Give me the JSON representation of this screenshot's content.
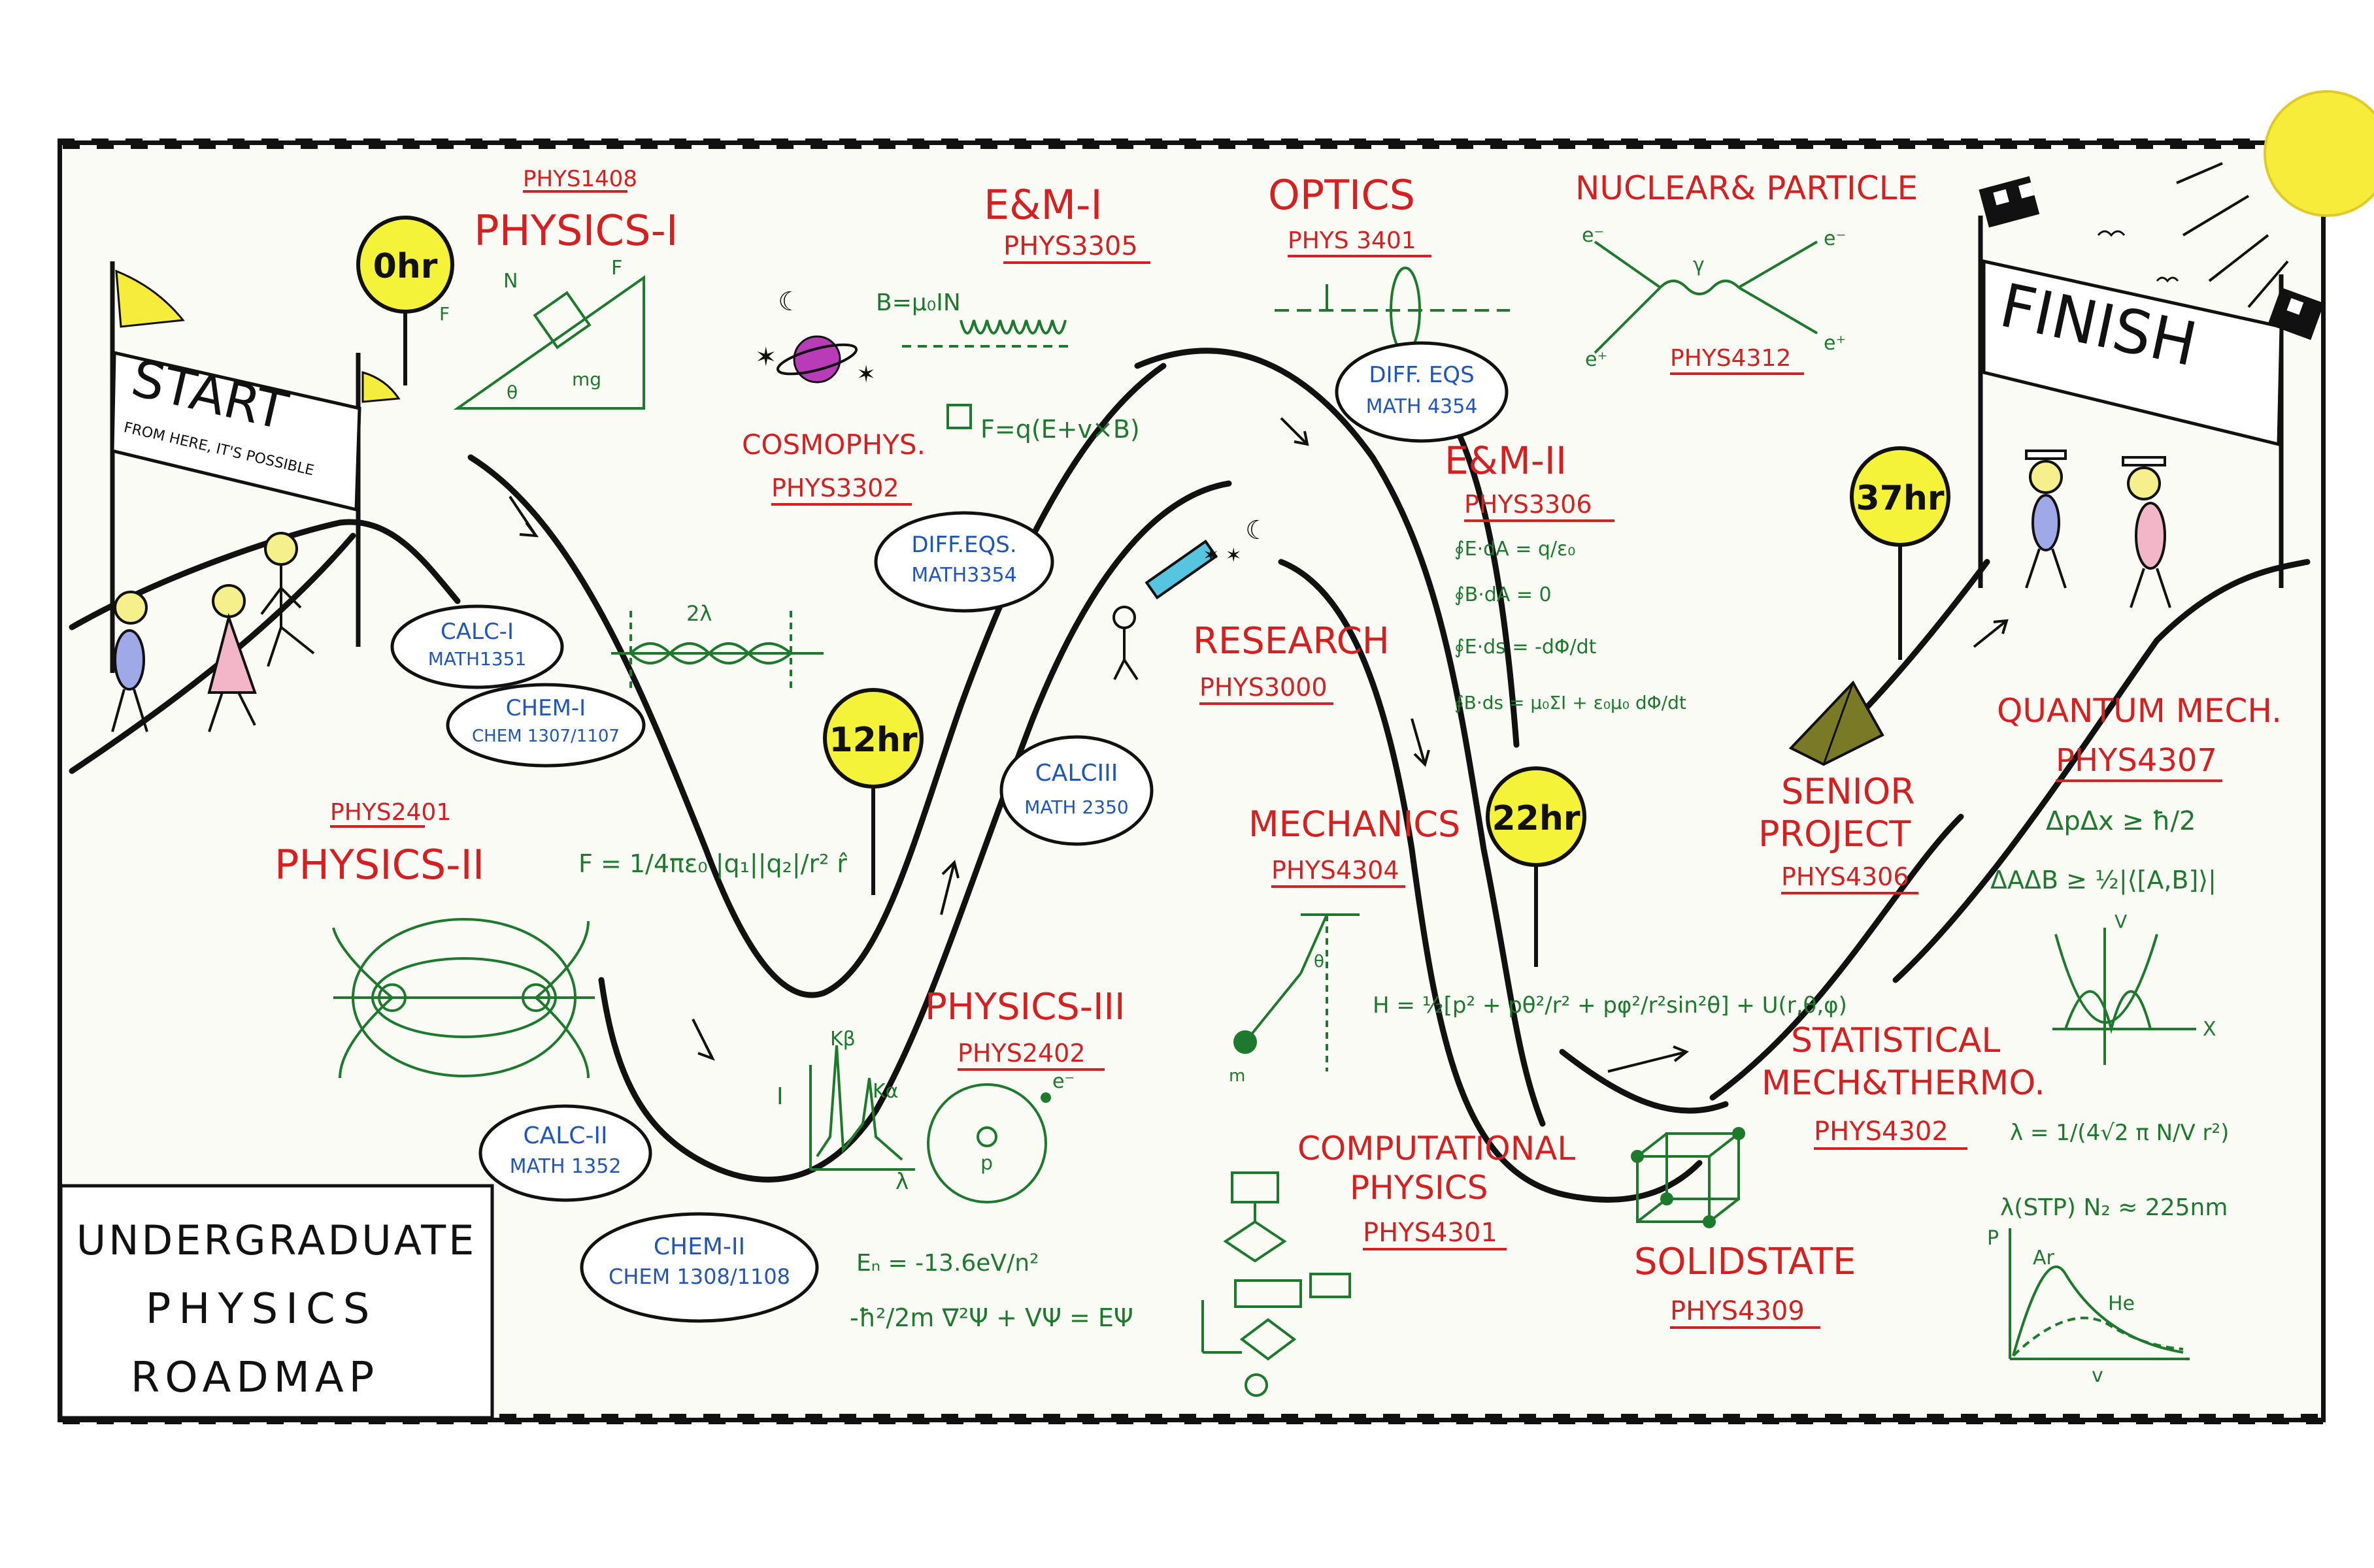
{
  "title": {
    "line1": "UNDERGRADUATE",
    "line2": "PHYSICS",
    "line3": "ROADMAP"
  },
  "banners": {
    "start": "START",
    "start_sub": "FROM HERE, IT'S POSSIBLE",
    "finish": "FINISH"
  },
  "milestones": [
    "0hr",
    "12hr",
    "22hr",
    "37hr"
  ],
  "courses": {
    "physics1": {
      "name": "PHYSICS-I",
      "code": "PHYS1408"
    },
    "physics2": {
      "name": "PHYSICS-II",
      "code": "PHYS2401"
    },
    "physics3": {
      "name": "PHYSICS-III",
      "code": "PHYS2402"
    },
    "em1": {
      "name": "E&M-I",
      "code": "PHYS3305"
    },
    "cosmo": {
      "name": "COSMOPHYS.",
      "code": "PHYS3302"
    },
    "optics": {
      "name": "OPTICS",
      "code": "PHYS 3401"
    },
    "nuclear": {
      "name": "NUCLEAR& PARTICLE",
      "code": "PHYS4312"
    },
    "em2": {
      "name": "E&M-II",
      "code": "PHYS3306"
    },
    "research": {
      "name": "RESEARCH",
      "code": "PHYS3000"
    },
    "mechanics": {
      "name": "MECHANICS",
      "code": "PHYS4304"
    },
    "computational": {
      "name1": "COMPUTATIONAL",
      "name2": "PHYSICS",
      "code": "PHYS4301"
    },
    "senior": {
      "name1": "SENIOR",
      "name2": "PROJECT",
      "code": "PHYS4306"
    },
    "quantum": {
      "name": "QUANTUM MECH.",
      "code": "PHYS4307"
    },
    "statmech": {
      "name1": "STATISTICAL",
      "name2": "MECH&THERMO.",
      "code": "PHYS4302"
    },
    "solidstate": {
      "name": "SOLIDSTATE",
      "code": "PHYS4309"
    }
  },
  "math_bubbles": [
    {
      "name": "CALC-I",
      "code": "MATH1351"
    },
    {
      "name": "CHEM-I",
      "code": "CHEM 1307/1107"
    },
    {
      "name": "CALC-II",
      "code": "MATH 1352"
    },
    {
      "name": "CHEM-II",
      "code": "CHEM 1308/1108"
    },
    {
      "name": "DIFF.EQS.",
      "code": "MATH3354"
    },
    {
      "name": "CALCIII",
      "code": "MATH 2350"
    },
    {
      "name": "DIFF. EQS",
      "code": "MATH 4354"
    }
  ],
  "formulas": {
    "coulomb": "F = 1/4πε₀ |q₁||q₂|/r² r̂",
    "wavelength": "2λ",
    "biot": "B=μ₀IN",
    "lorentz": "F=q(E+v×B)",
    "maxwell1": "∮E·dA = q/ε₀",
    "maxwell2": "∮B·dA = 0",
    "maxwell3": "∮E·ds = -dΦ/dt",
    "maxwell4": "∮B·ds = μ₀ΣI + ε₀μ₀ dΦ/dt",
    "hamiltonian": "H = ½[p² + pθ²/r² + pφ²/r²sin²θ] + U(r,θ,φ)",
    "hydrogen": "Eₙ = -13.6eV/n²",
    "schrodinger": "-ħ²/2m ∇²Ψ + VΨ = EΨ",
    "uncertainty1": "ΔpΔx ≥ ħ/2",
    "uncertainty2": "ΔAΔB ≥ ½|⟨[A,B]⟩|",
    "meanpath": "λ = 1/(4√2 π N/V r²)",
    "meanpath2": "λ(STP) N₂ ≈ 225nm",
    "xray_I": "I",
    "xray_kb": "Kβ",
    "xray_ka": "Kα",
    "xray_lambda": "λ",
    "electron": "e⁻",
    "proton": "p",
    "gamma": "γ",
    "eplus": "e⁺",
    "eminus": "e⁻",
    "plot_p": "P",
    "plot_ar": "Ar",
    "plot_he": "He",
    "plot_v": "v",
    "qm_v": "V",
    "qm_x": "X",
    "mass": "m",
    "theta": "θ",
    "force_n": "N",
    "force_mg": "mg",
    "force_f": "F"
  }
}
